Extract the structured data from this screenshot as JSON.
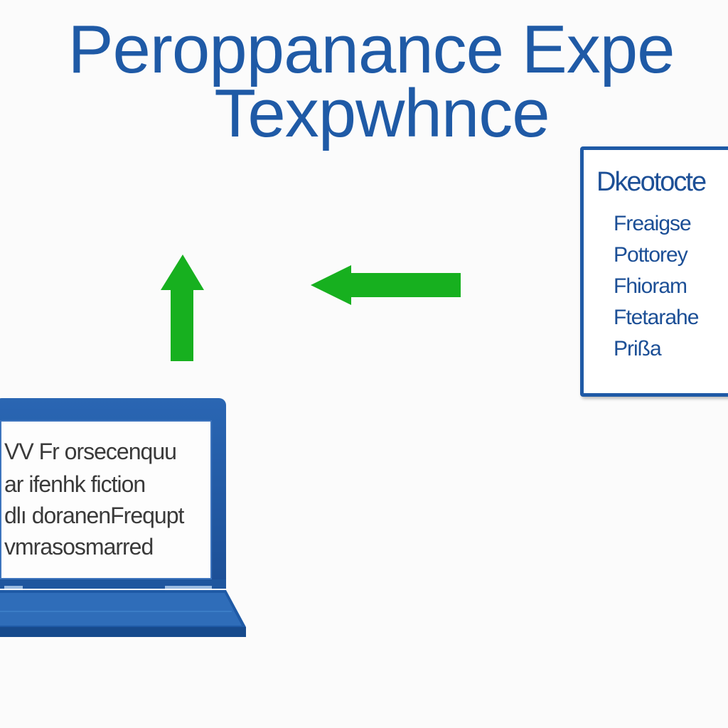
{
  "title": {
    "line1": "Perорpanance Expe",
    "line2": "Texpwhnce"
  },
  "info_panel": {
    "heading": "Dkeotocte",
    "items": [
      "Freaigse",
      "Pottorey",
      "Fhioram",
      "Ftetarahe",
      "Prißa"
    ]
  },
  "laptop_screen": {
    "lines": [
      "VV Fr orsecenquu",
      "ar ifenhk fiction",
      "dlı doranenFrequpt",
      "vmrasosmarred"
    ]
  },
  "colors": {
    "title": "#1f5aa6",
    "panel_border": "#1f5aa6",
    "panel_text": "#1c4f96",
    "arrow": "#17b01f",
    "laptop_body": "#1f5aa6"
  },
  "icons": {
    "up_arrow": "arrow-up-icon",
    "left_arrow": "arrow-left-icon",
    "laptop": "laptop-icon"
  }
}
